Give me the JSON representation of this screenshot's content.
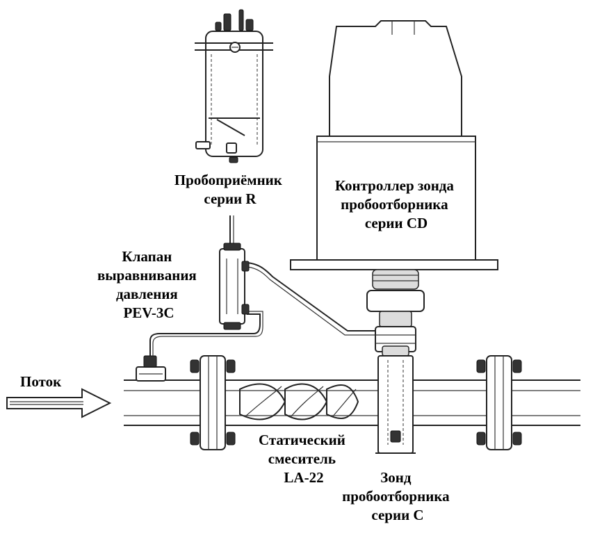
{
  "labels": {
    "receiver": [
      "Пробоприёмник",
      "серии R"
    ],
    "controller": [
      "Контроллер зонда",
      "пробоотборника",
      "серии CD"
    ],
    "valve": [
      "Клапан",
      "выравнивания",
      "давления",
      "PEV-3C"
    ],
    "flow": "Поток",
    "mixer": [
      "Статический",
      "смеситель",
      "LA-22"
    ],
    "probe": [
      "Зонд",
      "пробоотборника",
      "серии С"
    ]
  },
  "colors": {
    "line": "#222222",
    "background": "#ffffff"
  }
}
